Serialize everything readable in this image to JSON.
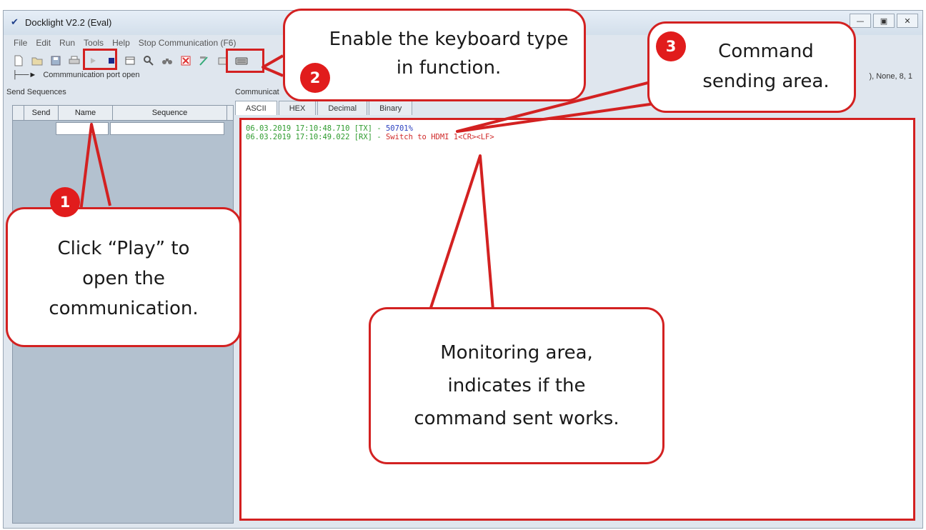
{
  "window": {
    "title": "Docklight V2.2 (Eval)",
    "controls": [
      "minimize",
      "maximize",
      "close"
    ]
  },
  "menu": [
    "File",
    "Edit",
    "Run",
    "Tools",
    "Help",
    "Stop Communication (F6)"
  ],
  "toolbar": {
    "icons": [
      "new-file-icon",
      "open-folder-icon",
      "save-icon",
      "print-icon",
      "play-icon",
      "stop-icon",
      "settings-icon",
      "find-icon",
      "binoculars-icon",
      "clear-icon",
      "script-icon",
      "options-icon",
      "keyboard-icon"
    ]
  },
  "status": {
    "port_text": "Commmunication port open",
    "params": "), None, 8, 1"
  },
  "send_sequences": {
    "header": "Send Sequences",
    "columns": [
      "Send",
      "Name",
      "Sequence"
    ]
  },
  "communication": {
    "header": "Communicat",
    "tabs": [
      "ASCII",
      "HEX",
      "Decimal",
      "Binary"
    ],
    "lines": [
      {
        "timestamp": "06.03.2019 17:10:48.710 [TX] -",
        "text": "50701%"
      },
      {
        "timestamp": "06.03.2019 17:10:49.022 [RX] -",
        "text": "Switch to HDMI 1<CR><LF>"
      }
    ]
  },
  "callouts": {
    "c1": {
      "number": "1",
      "text": "Click “Play” to open the communication."
    },
    "c2": {
      "number": "2",
      "text": "Enable the keyboard type in function."
    },
    "c3": {
      "number": "3",
      "text": "Command sending area."
    },
    "monitor": {
      "text": "Monitoring area, indicates if the command sent works."
    }
  },
  "colors": {
    "accent_red": "#d32121",
    "timestamp_green": "#2e9b2e",
    "tx_blue": "#2b3fbf",
    "rx_red": "#d02a2a"
  }
}
